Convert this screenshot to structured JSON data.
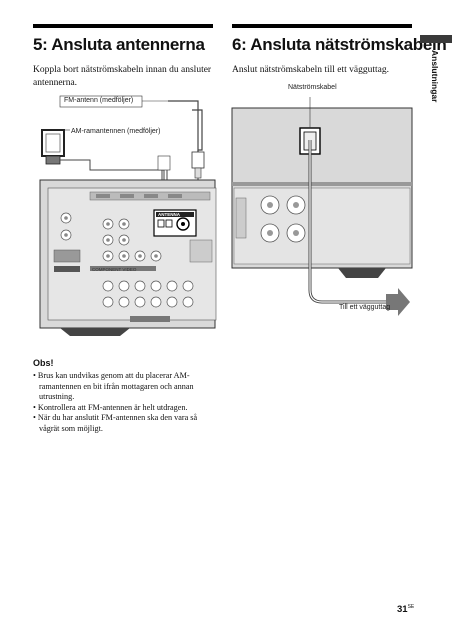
{
  "left_section": {
    "title": "5: Ansluta antennerna",
    "intro": "Koppla bort nätströmskabeln innan du ansluter antennerna.",
    "fm_callout": "FM-antenn (medföljer)",
    "am_callout": "AM-ramantennen (medföljer)",
    "panel_label_antenna": "ANTENNA",
    "panel_label_component": "COMPONENT VIDEO"
  },
  "right_section": {
    "title": "6: Ansluta nätströmskabeln",
    "intro": "Anslut nätströmskabeln till ett vägguttag.",
    "cable_callout": "Nätströmskabel",
    "outlet_callout": "Till ett vägguttag"
  },
  "side_tab": {
    "label": "Anslutningar"
  },
  "note": {
    "title": "Obs!",
    "items": [
      "Brus kan undvikas genom att du placerar AM-ramantennen en bit ifrån mottagaren och annan utrustning.",
      "Kontrollera att FM-antennen är helt utdragen.",
      "När du har anslutit FM-antennen ska den vara så vågrät som möjligt."
    ]
  },
  "page": {
    "number": "31",
    "lang": "SE"
  }
}
